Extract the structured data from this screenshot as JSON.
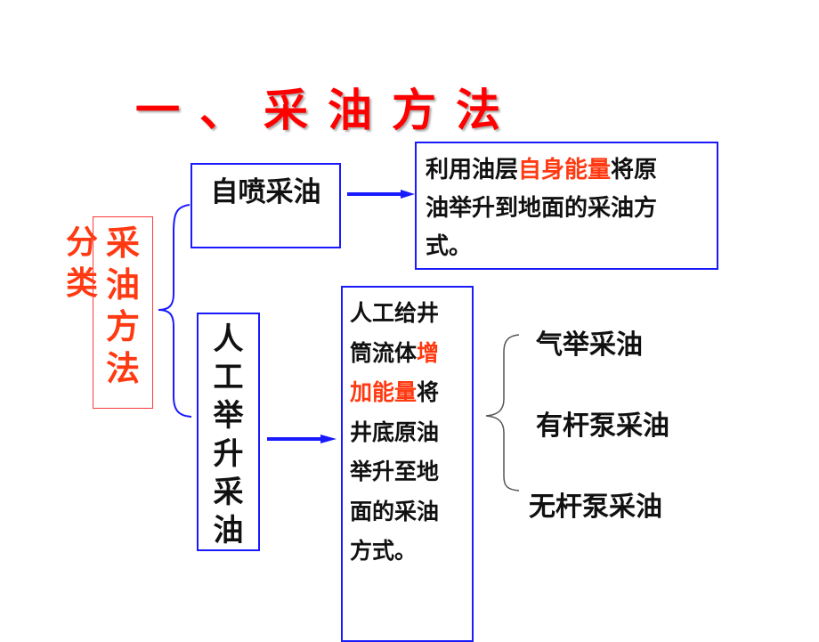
{
  "title": "一、采油方法",
  "classification_label": [
    "分",
    "类"
  ],
  "method_label": [
    "采",
    "油",
    "方",
    "法"
  ],
  "branches": {
    "natural_flow": {
      "label": "自喷采油",
      "description": {
        "line1_pre": "利用油层",
        "line1_hl": "自身能量",
        "line1_post": "将原",
        "line2": "油举升到地面的采油方",
        "line3": "式。"
      }
    },
    "artificial_lift": {
      "label": [
        "人",
        "工",
        "举",
        "升",
        "采",
        "油"
      ],
      "description": {
        "line1": "人工给井",
        "line2_pre": "筒流体",
        "line2_hl": "增",
        "line3_hl": "加能量",
        "line3_post": "将",
        "line4": "井底原油",
        "line5": "举升至地",
        "line6": "面的采油",
        "line7": "方式。"
      },
      "subtypes": [
        "气举采油",
        "有杆泵采油",
        "无杆泵采油"
      ]
    }
  },
  "colors": {
    "title": "#ff0000",
    "highlight": "#ff3a12",
    "box_border": "#1a1aff",
    "method_border": "#ff3b3b",
    "brace_blue": "#1a1aff",
    "brace_gray": "#555555"
  }
}
